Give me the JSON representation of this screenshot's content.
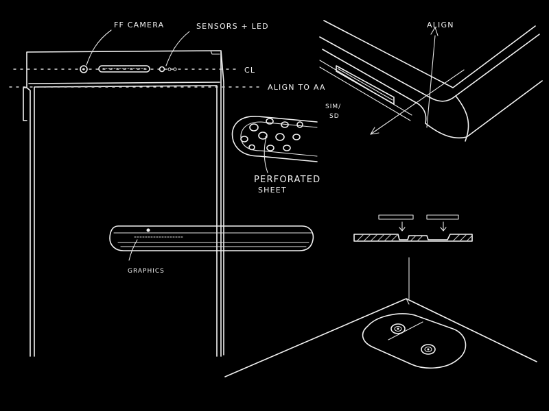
{
  "labels": {
    "ff_camera": "FF CAMERA",
    "sensors_led": "SENSORS + LED",
    "cl": "CL",
    "align_to_aa": "ALIGN TO AA",
    "perforated_1": "PERFORATED",
    "perforated_2": "SHEET",
    "graphics": "GRAPHICS",
    "align": "ALIGN",
    "sim_1": "SIM/",
    "sim_2": "SD"
  },
  "colors": {
    "background": "#000000",
    "ink": "#f2f2f2"
  }
}
